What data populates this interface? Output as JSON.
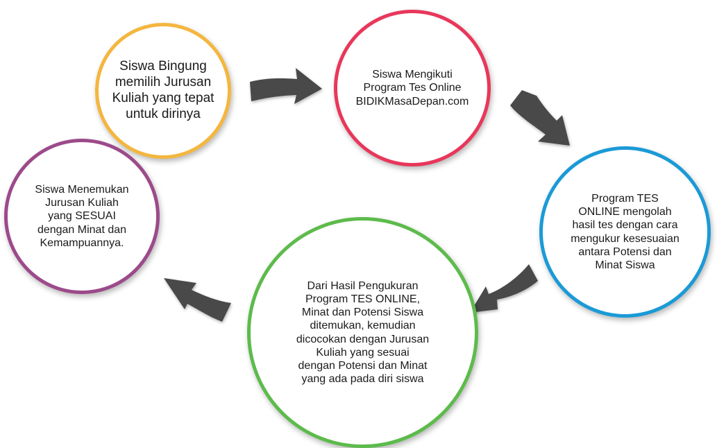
{
  "diagram": {
    "nodes": [
      {
        "id": "c1",
        "text": "Siswa Bingung\nmemilih Jurusan\nKuliah yang tepat\nuntuk dirinya",
        "color": "#f4b63f"
      },
      {
        "id": "c2",
        "text": "Siswa Mengikuti\nProgram  Tes Online\nBIDIKMasaDepan.com",
        "color": "#e8375a"
      },
      {
        "id": "c3",
        "text": "Program TES\nONLINE mengolah\nhasil tes dengan cara\nmengukur kesesuaian\nantara Potensi dan\nMinat Siswa",
        "color": "#1b9ad6"
      },
      {
        "id": "c4",
        "text": "Dari Hasil Pengukuran\nProgram TES ONLINE,\nMinat dan Potensi Siswa\nditemukan, kemudian\ndicocokan dengan Jurusan\nKuliah yang sesuai\ndengan Potensi dan Minat\nyang ada pada diri siswa",
        "color": "#5dbb4c"
      },
      {
        "id": "c5",
        "text": "Siswa Menemukan\nJurusan Kuliah\nyang SESUAI\ndengan Minat dan\nKemampuannya.",
        "color": "#9c4a8b"
      }
    ],
    "edges": [
      {
        "from": "c1",
        "to": "c2"
      },
      {
        "from": "c2",
        "to": "c3"
      },
      {
        "from": "c3",
        "to": "c4"
      },
      {
        "from": "c4",
        "to": "c5"
      }
    ],
    "arrow_color": "#4a4a4a"
  }
}
